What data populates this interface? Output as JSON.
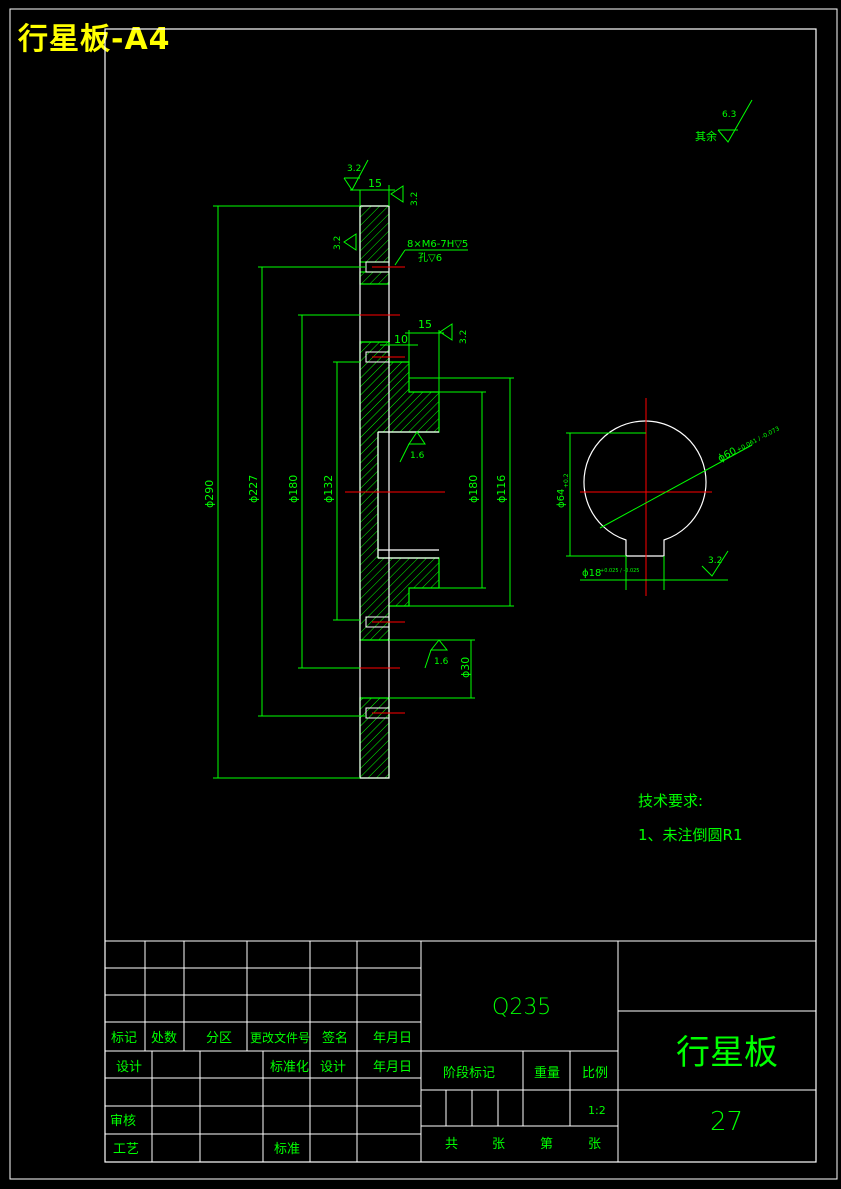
{
  "sheet_title": "行星板-A4",
  "surface_marks": {
    "other": {
      "prefix": "其余",
      "value": "6.3"
    },
    "top_face": "3.2",
    "right_face": "3.2",
    "left_face": "3.2",
    "step_face": "3.2",
    "bore": "1.6",
    "lower_hole": "1.6",
    "keyway": "3.2"
  },
  "dimensions": {
    "d290": "ϕ290",
    "d227": "ϕ227",
    "d180_outer": "ϕ180",
    "d132": "ϕ132",
    "d180_inner": "ϕ180",
    "d116": "ϕ116",
    "d30": "ϕ30",
    "w15_top": "15",
    "w15_step": "15",
    "w10": "10",
    "thread_note": "8×M6-7H▽5",
    "drill_note": "孔▽6",
    "section_dia": "ϕ60",
    "section_dia_tol": "+0.061 / -0.073",
    "section_keyh": "ϕ64",
    "section_keyh_tol": "+0.2",
    "key_width": "ϕ18",
    "key_width_tol": "+0.025 / -0.025"
  },
  "requirements": {
    "heading": "技术要求:",
    "items": [
      "1、未注倒圆R1"
    ]
  },
  "title_block": {
    "material": "Q235",
    "part_name": "行星板",
    "drawing_no": "27",
    "headers": [
      "标记",
      "处数",
      "分区",
      "更改文件号",
      "签名",
      "年月日"
    ],
    "row_design": [
      "设计",
      "标准化",
      "设计",
      "年月日"
    ],
    "row_review": "审核",
    "row_process": "工艺",
    "row_approve": "标准",
    "stage_mark": "阶段标记",
    "weight": "重量",
    "scale_label": "比例",
    "scale_value": "1:2",
    "total": "共",
    "sheets": "张",
    "page": "第",
    "sheets2": "张"
  }
}
